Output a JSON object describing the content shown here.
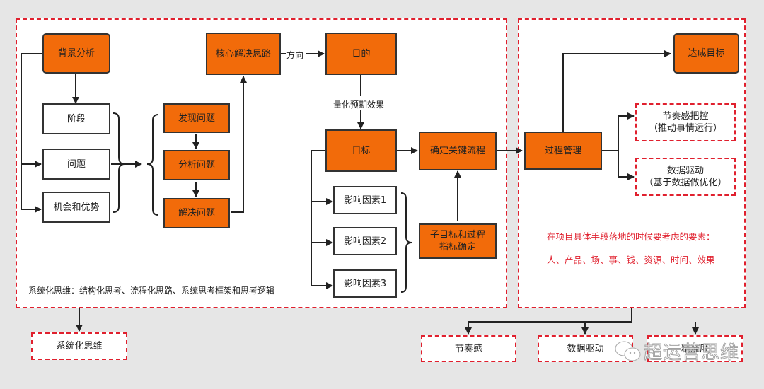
{
  "left_panel": {
    "background_analysis": "背景分析",
    "stage": "阶段",
    "problem": "问题",
    "opportunity": "机会和优势",
    "find_problem": "发现问题",
    "analyze_problem": "分析问题",
    "solve_problem": "解决问题",
    "core_idea": "核心解决思路",
    "direction_label": "方向",
    "purpose": "目的",
    "quantify_label": "量化预期效果",
    "goal": "目标",
    "key_process": "确定关键流程",
    "factors": [
      "影响因素1",
      "影响因素2",
      "影响因素3"
    ],
    "sub_goals": "子目标和过程指标确定",
    "system_note": "系统化思维：结构化思考、流程化思路、系统思考框架和思考逻辑"
  },
  "right_panel": {
    "process_management": "过程管理",
    "achieve_goal": "达成目标",
    "rhythm_control": "节奏感把控",
    "rhythm_sub": "（推动事情运行）",
    "data_driven": "数据驱动",
    "data_sub": "（基于数据做优化）",
    "note_line1": "在项目具体手段落地的时候要考虑的要素：",
    "note_line2": "人、产品、场、事、钱、资源、时间、效果"
  },
  "bottom": {
    "systematic_thinking": "系统化思维",
    "rhythm": "节奏感",
    "data_driven": "数据驱动",
    "third": "精准度"
  },
  "watermark": "超运营思维",
  "colors": {
    "accent": "#f26b0a",
    "dash": "#e0202e"
  }
}
